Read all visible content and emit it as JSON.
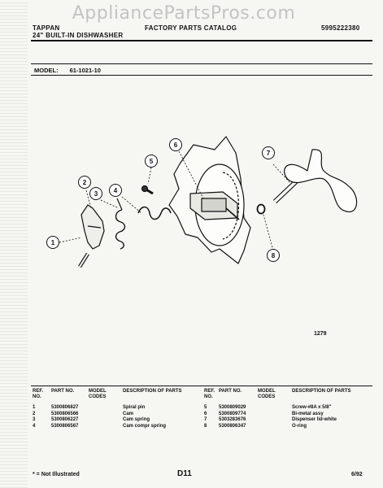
{
  "watermark": "AppliancePartsPros.com",
  "header": {
    "brand": "TAPPAN",
    "product": "24\" BUILT-IN DISHWASHER",
    "catalog": "FACTORY PARTS CATALOG",
    "catalog_number": "5995222380"
  },
  "model": {
    "label": "MODEL:",
    "value": "61-1021-10"
  },
  "diagram": {
    "callouts": [
      "1",
      "2",
      "3",
      "4",
      "5",
      "6",
      "7",
      "8"
    ],
    "illustration_number": "1279"
  },
  "table": {
    "headers": {
      "ref_no": "REF. NO.",
      "part_no": "PART NO.",
      "model_codes": "MODEL CODES",
      "description": "DESCRIPTION OF PARTS"
    },
    "left_rows": [
      {
        "ref": "1",
        "part": "5300806827",
        "codes": "",
        "desc": "Spiral pin"
      },
      {
        "ref": "2",
        "part": "5300806566",
        "codes": "",
        "desc": "Cam"
      },
      {
        "ref": "3",
        "part": "5300806227",
        "codes": "",
        "desc": "Cam spring"
      },
      {
        "ref": "4",
        "part": "5300806567",
        "codes": "",
        "desc": "Cam compr spring"
      }
    ],
    "right_rows": [
      {
        "ref": "5",
        "part": "5300809029",
        "codes": "",
        "desc": "Screw-#8A x 5/8\""
      },
      {
        "ref": "6",
        "part": "5300809774",
        "codes": "",
        "desc": "Bi-metal assy"
      },
      {
        "ref": "7",
        "part": "5303283676",
        "codes": "",
        "desc": "Dispenser lid-white"
      },
      {
        "ref": "8",
        "part": "5300806347",
        "codes": "",
        "desc": "O-ring"
      }
    ]
  },
  "footer": {
    "note": "* = Not Illustrated",
    "page": "D11",
    "date": "6/92"
  }
}
